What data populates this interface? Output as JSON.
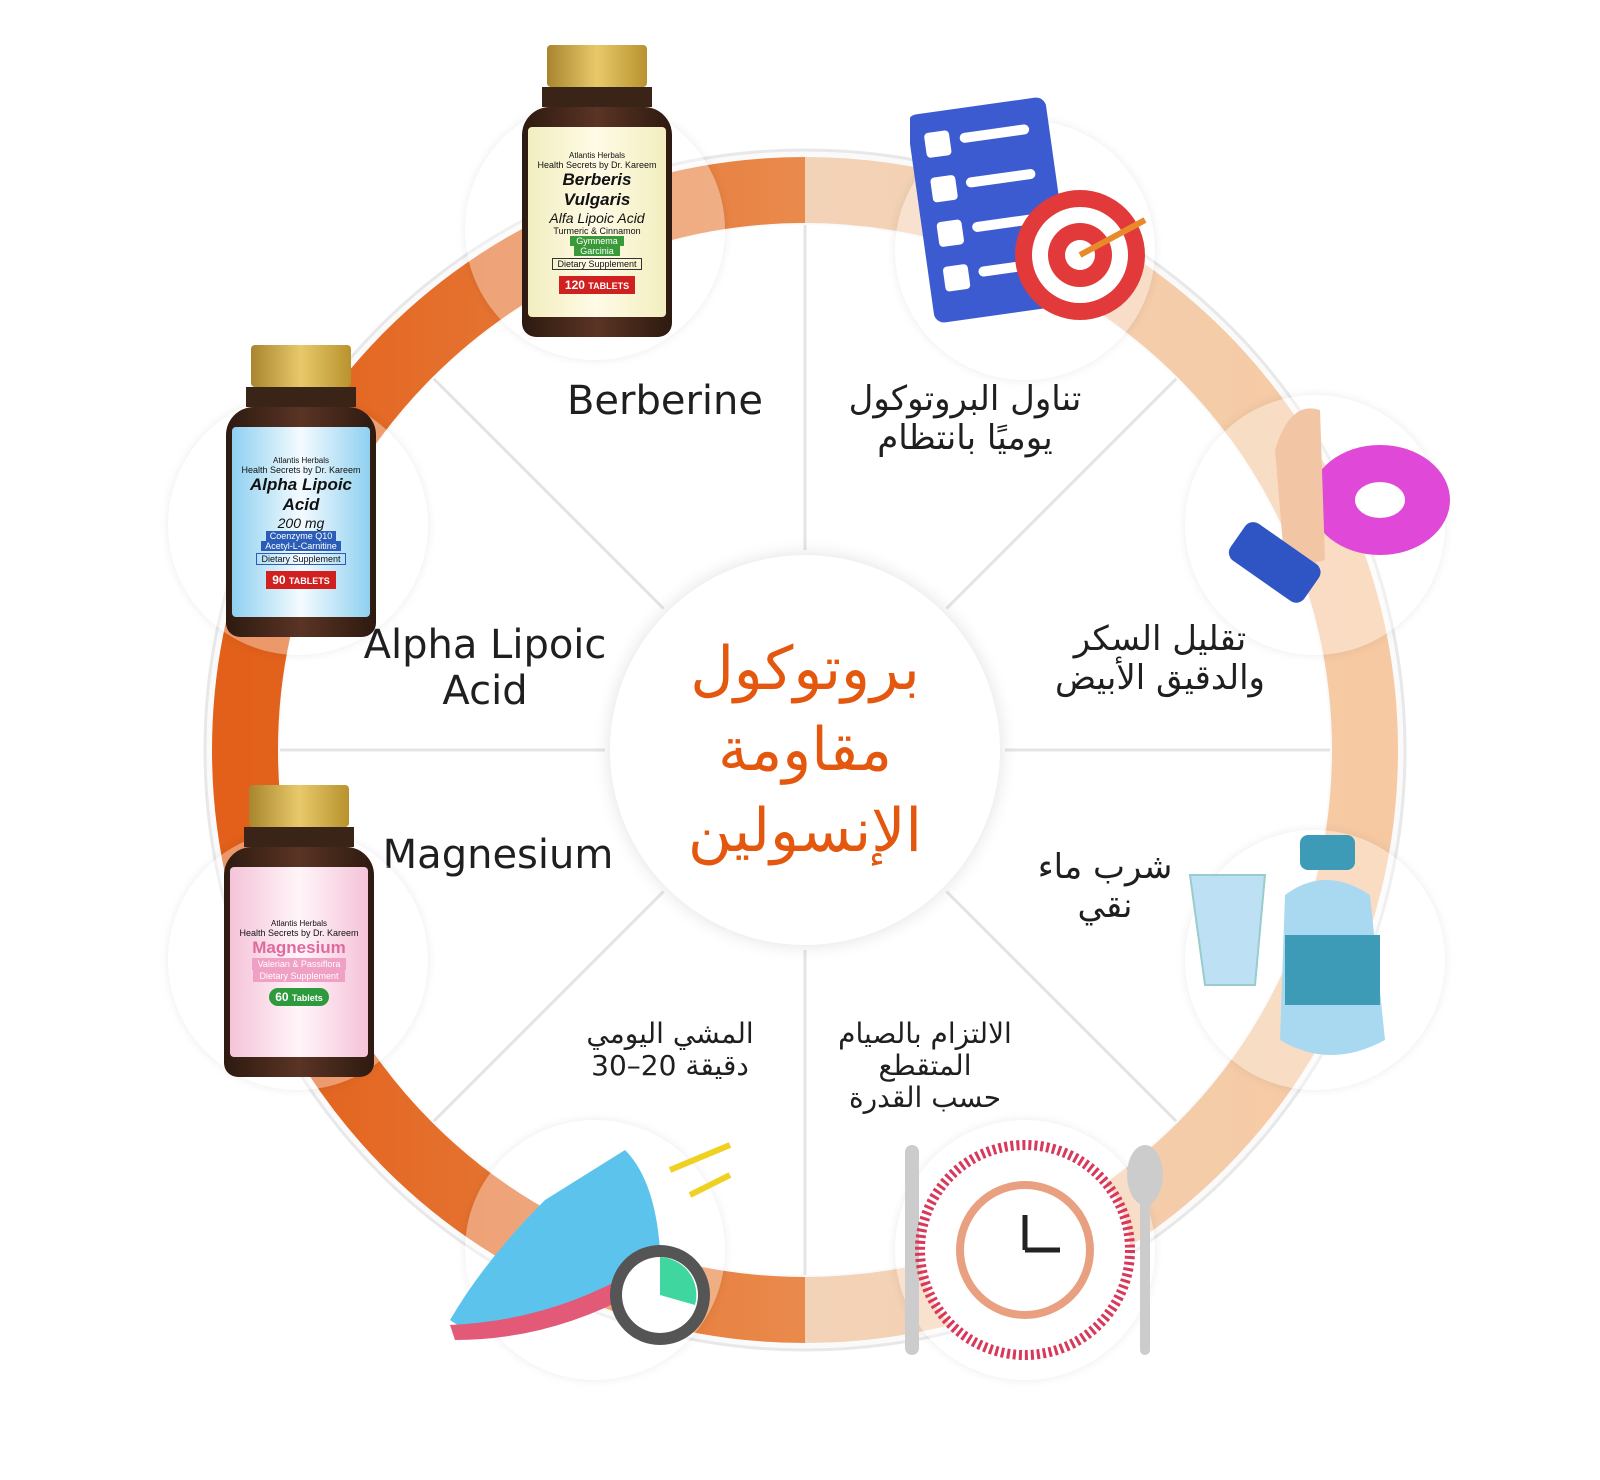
{
  "center": {
    "title_lines": [
      "بروتوكول",
      "مقاومة",
      "الإنسولين"
    ]
  },
  "colors": {
    "accent": "#e4570f",
    "ring_left": "#e2601a",
    "ring_right": "#f3d3b8"
  },
  "segments": [
    {
      "label": "Berberine",
      "icon": "supplement-bottle-icon"
    },
    {
      "label": "Alpha Lipoic Acid",
      "lines": [
        "Alpha Lipoic",
        "Acid"
      ],
      "icon": "supplement-bottle-icon"
    },
    {
      "label": "Magnesium",
      "icon": "supplement-bottle-icon"
    },
    {
      "lines": [
        "المشي اليومي",
        "دقيقة 20–30"
      ],
      "icon": "running-shoe-stopwatch-icon"
    },
    {
      "lines": [
        "الالتزام بالصيام",
        "المتقطع",
        "حسب القدرة"
      ],
      "icon": "plate-clock-icon"
    },
    {
      "lines": [
        "شرب ماء",
        "نقي"
      ],
      "icon": "water-bottle-glass-icon"
    },
    {
      "lines": [
        "تقليل السكر",
        "والدقيق الأبيض"
      ],
      "icon": "hand-stop-donut-icon"
    },
    {
      "lines": [
        "تناول البروتوكول",
        "يوميًا بانتظام"
      ],
      "icon": "checklist-target-icon"
    }
  ],
  "bottles": [
    {
      "brand": "Atlantis Herbals",
      "signature": "Health Secrets by Dr. Kareem",
      "title": "Berberis Vulgaris",
      "subtitle": "Alfa Lipoic Acid",
      "extra": "Turmeric & Cinnamon",
      "tags": [
        "Gymnema",
        "Garcinia"
      ],
      "type": "Dietary Supplement",
      "count": "120",
      "unit": "TABLETS"
    },
    {
      "brand": "Atlantis Herbals",
      "signature": "Health Secrets by Dr. Kareem",
      "title": "Alpha Lipoic Acid",
      "subtitle": "200 mg",
      "tags": [
        "Coenzyme Q10",
        "Acetyl-L-Carnitine"
      ],
      "type": "Dietary Supplement",
      "count": "90",
      "unit": "TABLETS"
    },
    {
      "brand": "Atlantis Herbals",
      "signature": "Health Secrets by Dr. Kareem",
      "title": "Magnesium",
      "subtitle": "Valerian & Passiflora",
      "type": "Dietary Supplement",
      "count": "60",
      "unit": "Tablets"
    }
  ]
}
